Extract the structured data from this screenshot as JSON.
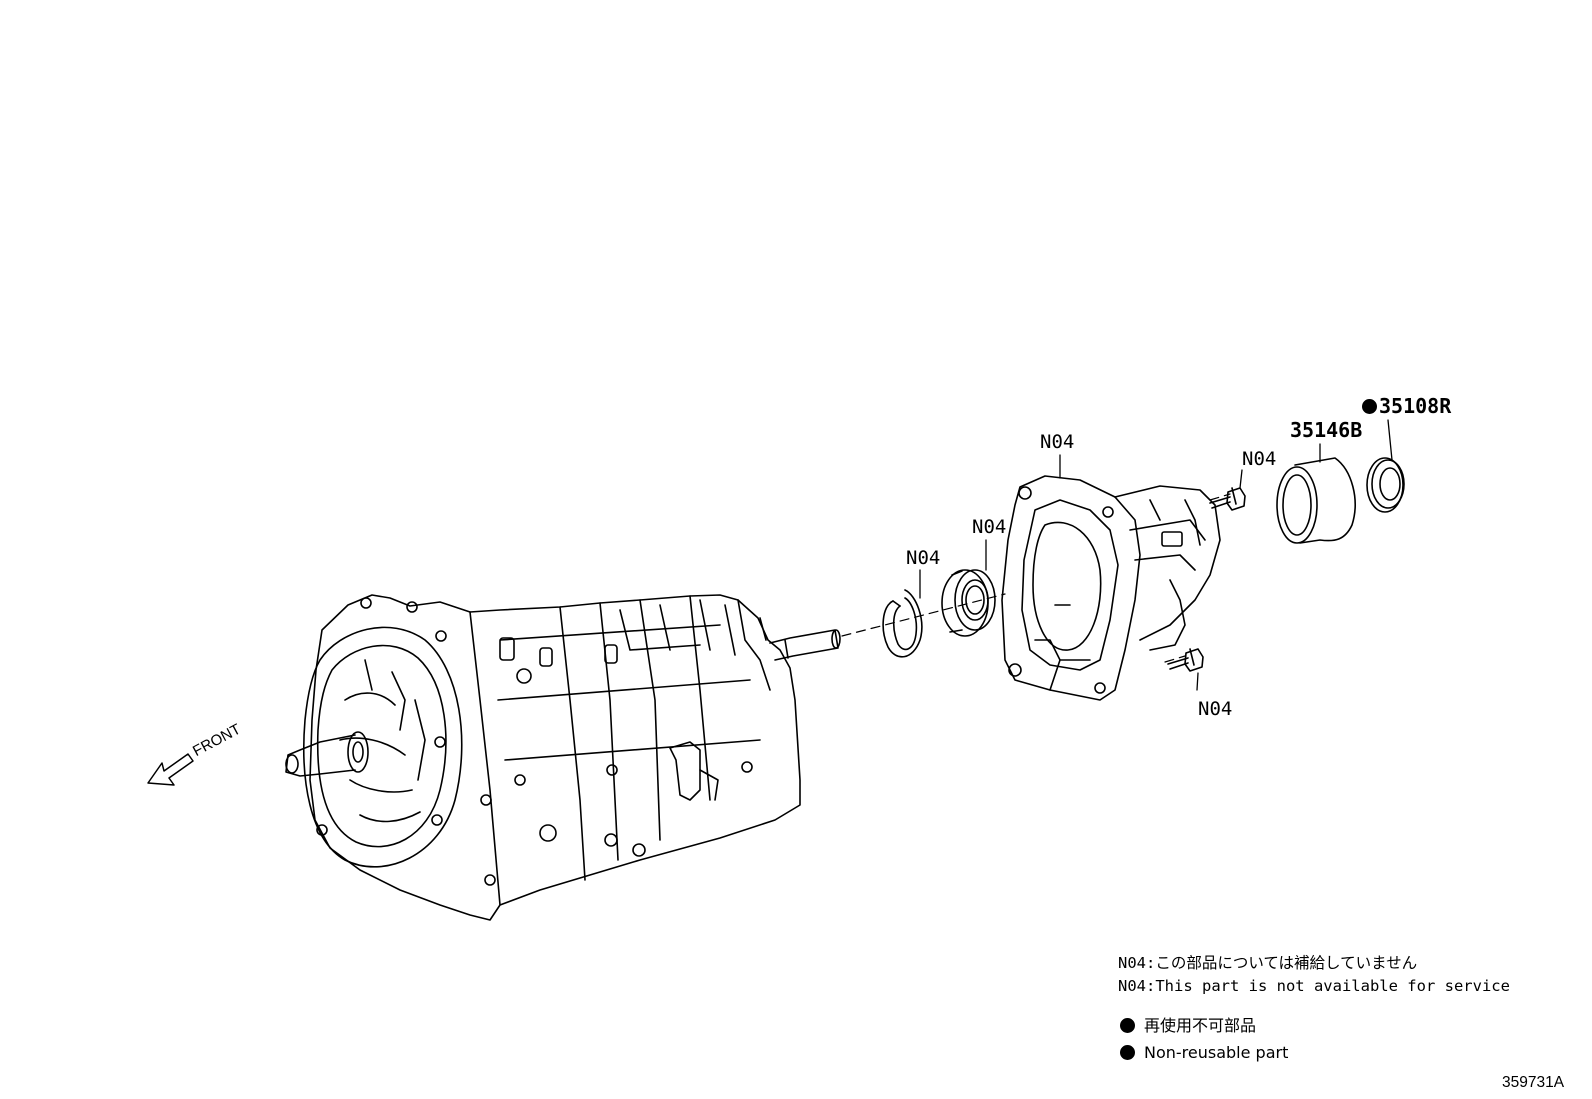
{
  "callouts": {
    "n04_snap_ring": "N04",
    "n04_bearing": "N04",
    "n04_extension_housing": "N04",
    "n04_bolt_upper": "N04",
    "n04_bolt_lower": "N04",
    "part_35146b": "35146B",
    "part_35108r": "35108R"
  },
  "direction": {
    "front": "FRONT"
  },
  "notes": {
    "line_jp": "N04:この部品については補給していません",
    "line_en": "N04:This part is not available for service"
  },
  "legend": {
    "nonreusable_jp": "再使用不可部品",
    "nonreusable_en": "Non-reusable part"
  },
  "figure_ref": "359731A"
}
